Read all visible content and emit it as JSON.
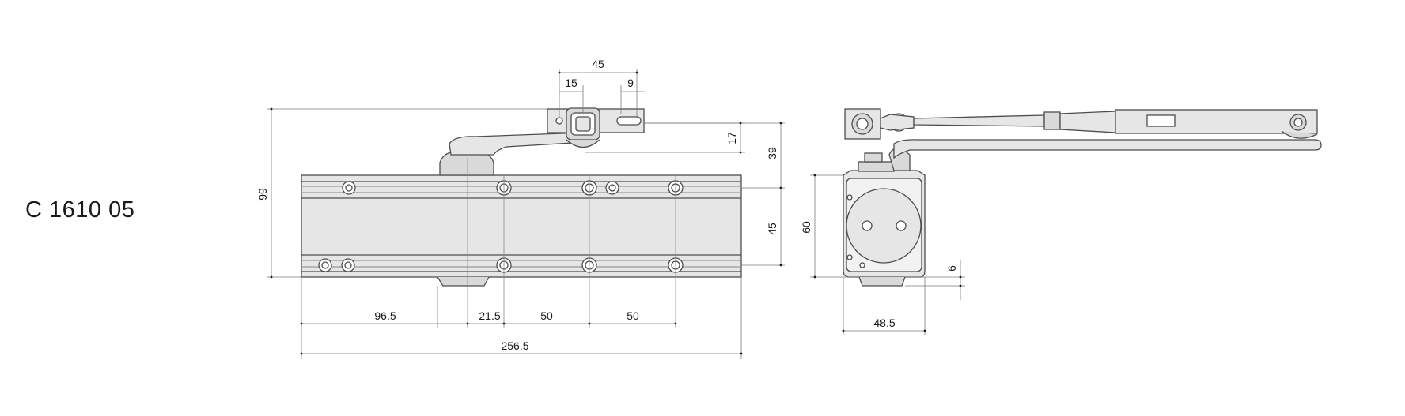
{
  "model_code": "C 1610 05",
  "colors": {
    "line": "#4d4d4d",
    "body_fill": "#e6e6e6",
    "body_fill_dark": "#d9d9d9",
    "dim_line": "#7a7a7a",
    "text": "#1a1a1a"
  },
  "dimensions": {
    "arm_width": "45",
    "arm_hole_left": "15",
    "arm_hole_right": "9",
    "arm_height": "17",
    "arm_total_height": "39",
    "body_height": "45",
    "overall_height": "99",
    "base_left": "96.5",
    "base_offset": "21.5",
    "hole_spacing_1": "50",
    "hole_spacing_2": "50",
    "overall_length": "256.5",
    "side_height": "60",
    "side_offset": "6",
    "side_depth": "48.5"
  }
}
